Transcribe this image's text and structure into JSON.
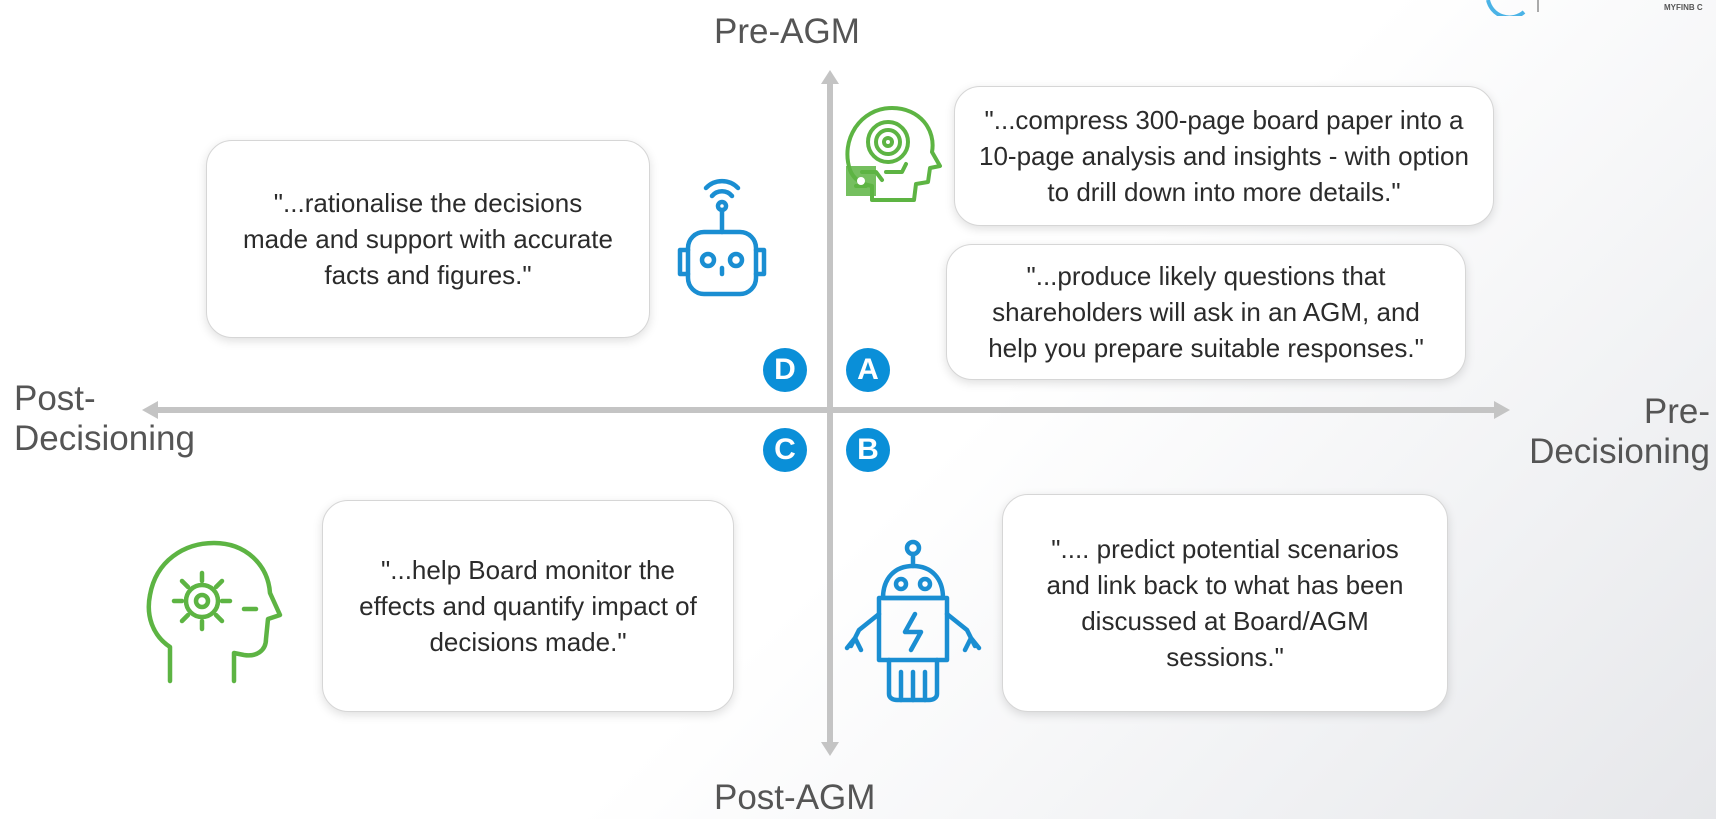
{
  "axes": {
    "top": "Pre-AGM",
    "bottom": "Post-AGM",
    "left_line1": "Post-",
    "left_line2": "Decisioning",
    "right_line1": "Pre-",
    "right_line2": "Decisioning"
  },
  "quadrant_badges": {
    "a": "A",
    "b": "B",
    "c": "C",
    "d": "D"
  },
  "cards": {
    "compress": "\"...compress 300-page board paper into a 10-page analysis and insights - with option to drill down into more details.\"",
    "questions": "\"...produce likely questions that shareholders will ask in an AGM, and help you prepare suitable responses.\"",
    "rationalise": "\"...rationalise the decisions made and support with accurate facts and figures.\"",
    "monitor": "\"...help Board monitor the effects and quantify impact of decisions made.\"",
    "predict": "\".... predict potential scenarios and link back to what has been discussed at Board/AGM sessions.\""
  },
  "logo_text": "MYFINB C",
  "icons": {
    "top_right": "ai-head-circuit-icon",
    "top_left": "wifi-robot-icon",
    "bottom_left": "gear-head-icon",
    "bottom_right": "robot-icon"
  },
  "colors": {
    "green": "#5db443",
    "blue": "#1a8ed2",
    "badge": "#0a8fd8",
    "axis": "#c4c4c4"
  }
}
